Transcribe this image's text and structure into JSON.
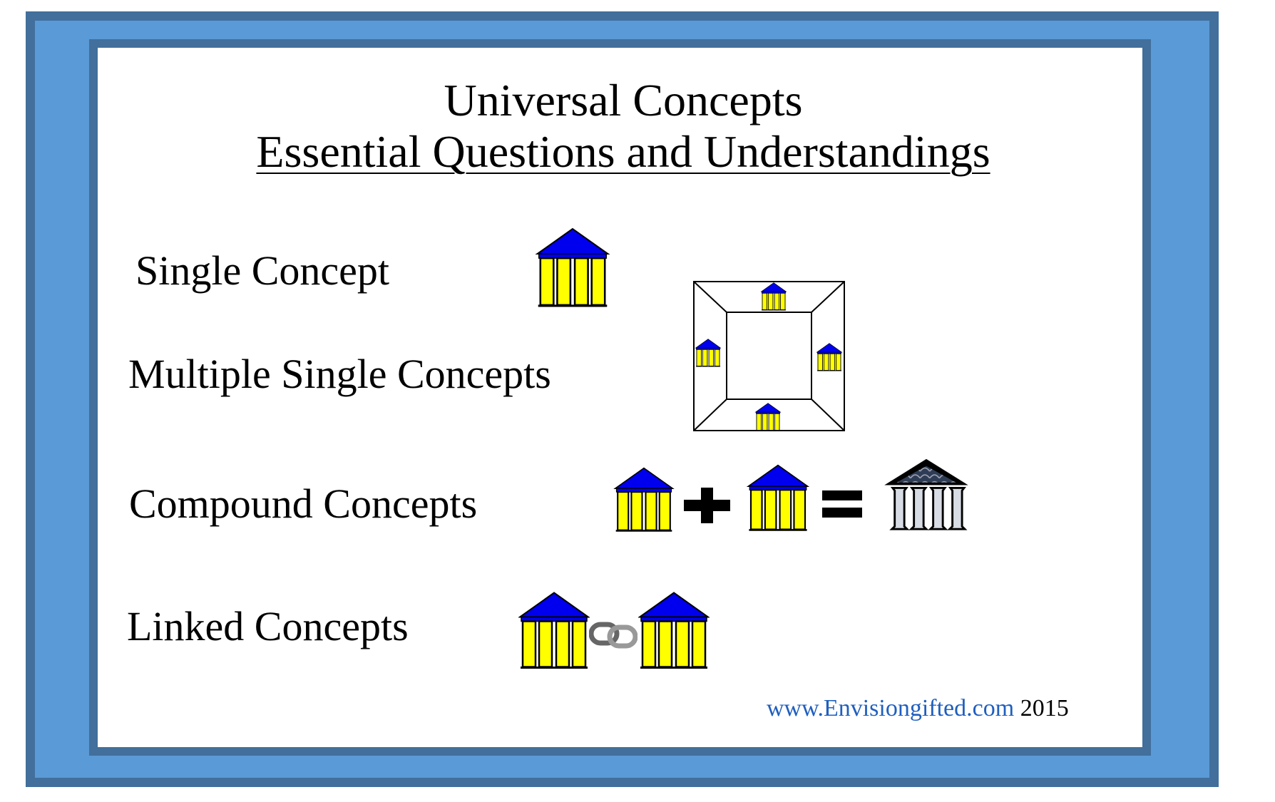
{
  "title": "Universal Concepts",
  "subtitle": "Essential Questions and Understandings",
  "rows": [
    {
      "label": "Single Concept"
    },
    {
      "label": "Multiple Single Concepts"
    },
    {
      "label": "Compound Concepts"
    },
    {
      "label": "Linked Concepts"
    }
  ],
  "footer": {
    "link": "www.Envisiongifted.com",
    "year": "2015"
  },
  "colors": {
    "frame_dark": "#426f9c",
    "frame_light": "#5a9ad6",
    "roof": "#0000ee",
    "columns": "#ffff00",
    "grey_columns": "#d8dce4",
    "grey_roof": "#2e3d55"
  }
}
